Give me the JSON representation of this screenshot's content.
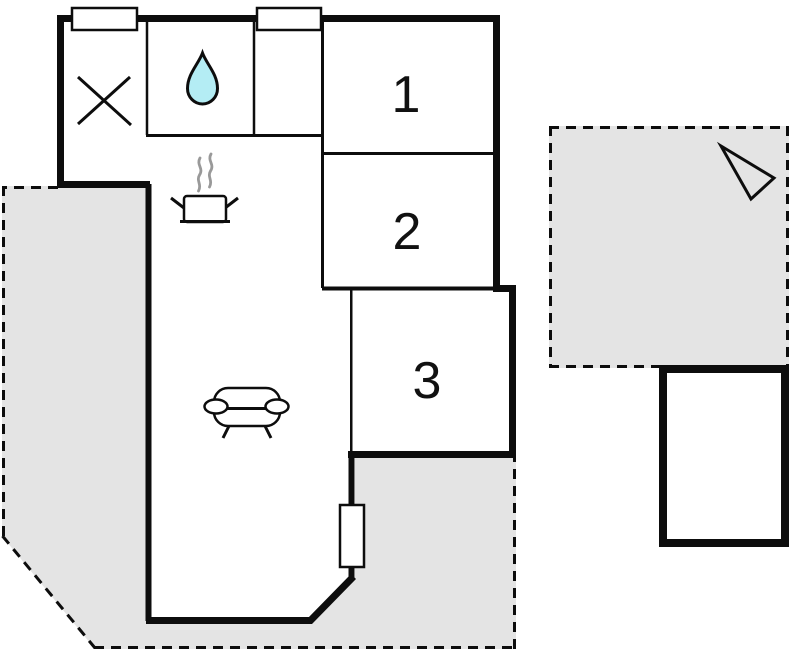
{
  "document": {
    "title": "Floor plan"
  },
  "colors": {
    "wall": "#0d0d0d",
    "terrace_fill": "#e4e4e4",
    "water_drop_fill": "#b4edf4",
    "steam_stroke": "#999999",
    "room_label": "#111111",
    "background": "#ffffff"
  },
  "rooms": [
    {
      "label": "1"
    },
    {
      "label": "2"
    },
    {
      "label": "3"
    }
  ],
  "icons": [
    {
      "name": "crossed-lines-icon"
    },
    {
      "name": "water-drop-icon"
    },
    {
      "name": "cooking-pot-icon"
    },
    {
      "name": "steam-icon"
    },
    {
      "name": "sofa-icon"
    },
    {
      "name": "compass-arrow-icon"
    },
    {
      "name": "window-icon"
    },
    {
      "name": "door-icon"
    }
  ]
}
